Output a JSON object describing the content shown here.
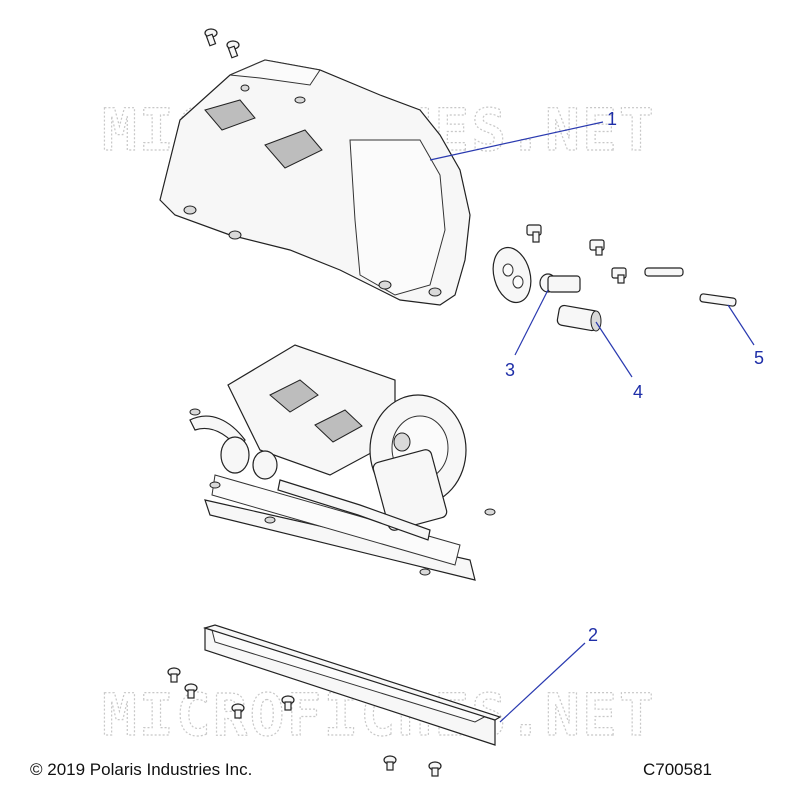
{
  "watermark": {
    "text_top": "MICROFICHES.NET",
    "text_bottom": "MICROFICHES.NET"
  },
  "callouts": {
    "c1": "1",
    "c2": "2",
    "c3": "3",
    "c4": "4",
    "c5": "5"
  },
  "footer": {
    "copyright": "© 2019 Polaris Industries Inc.",
    "figure_code": "C700581"
  },
  "colors": {
    "callout": "#1f2fa8",
    "line": "#222222",
    "watermark": "#c8c8c8"
  }
}
